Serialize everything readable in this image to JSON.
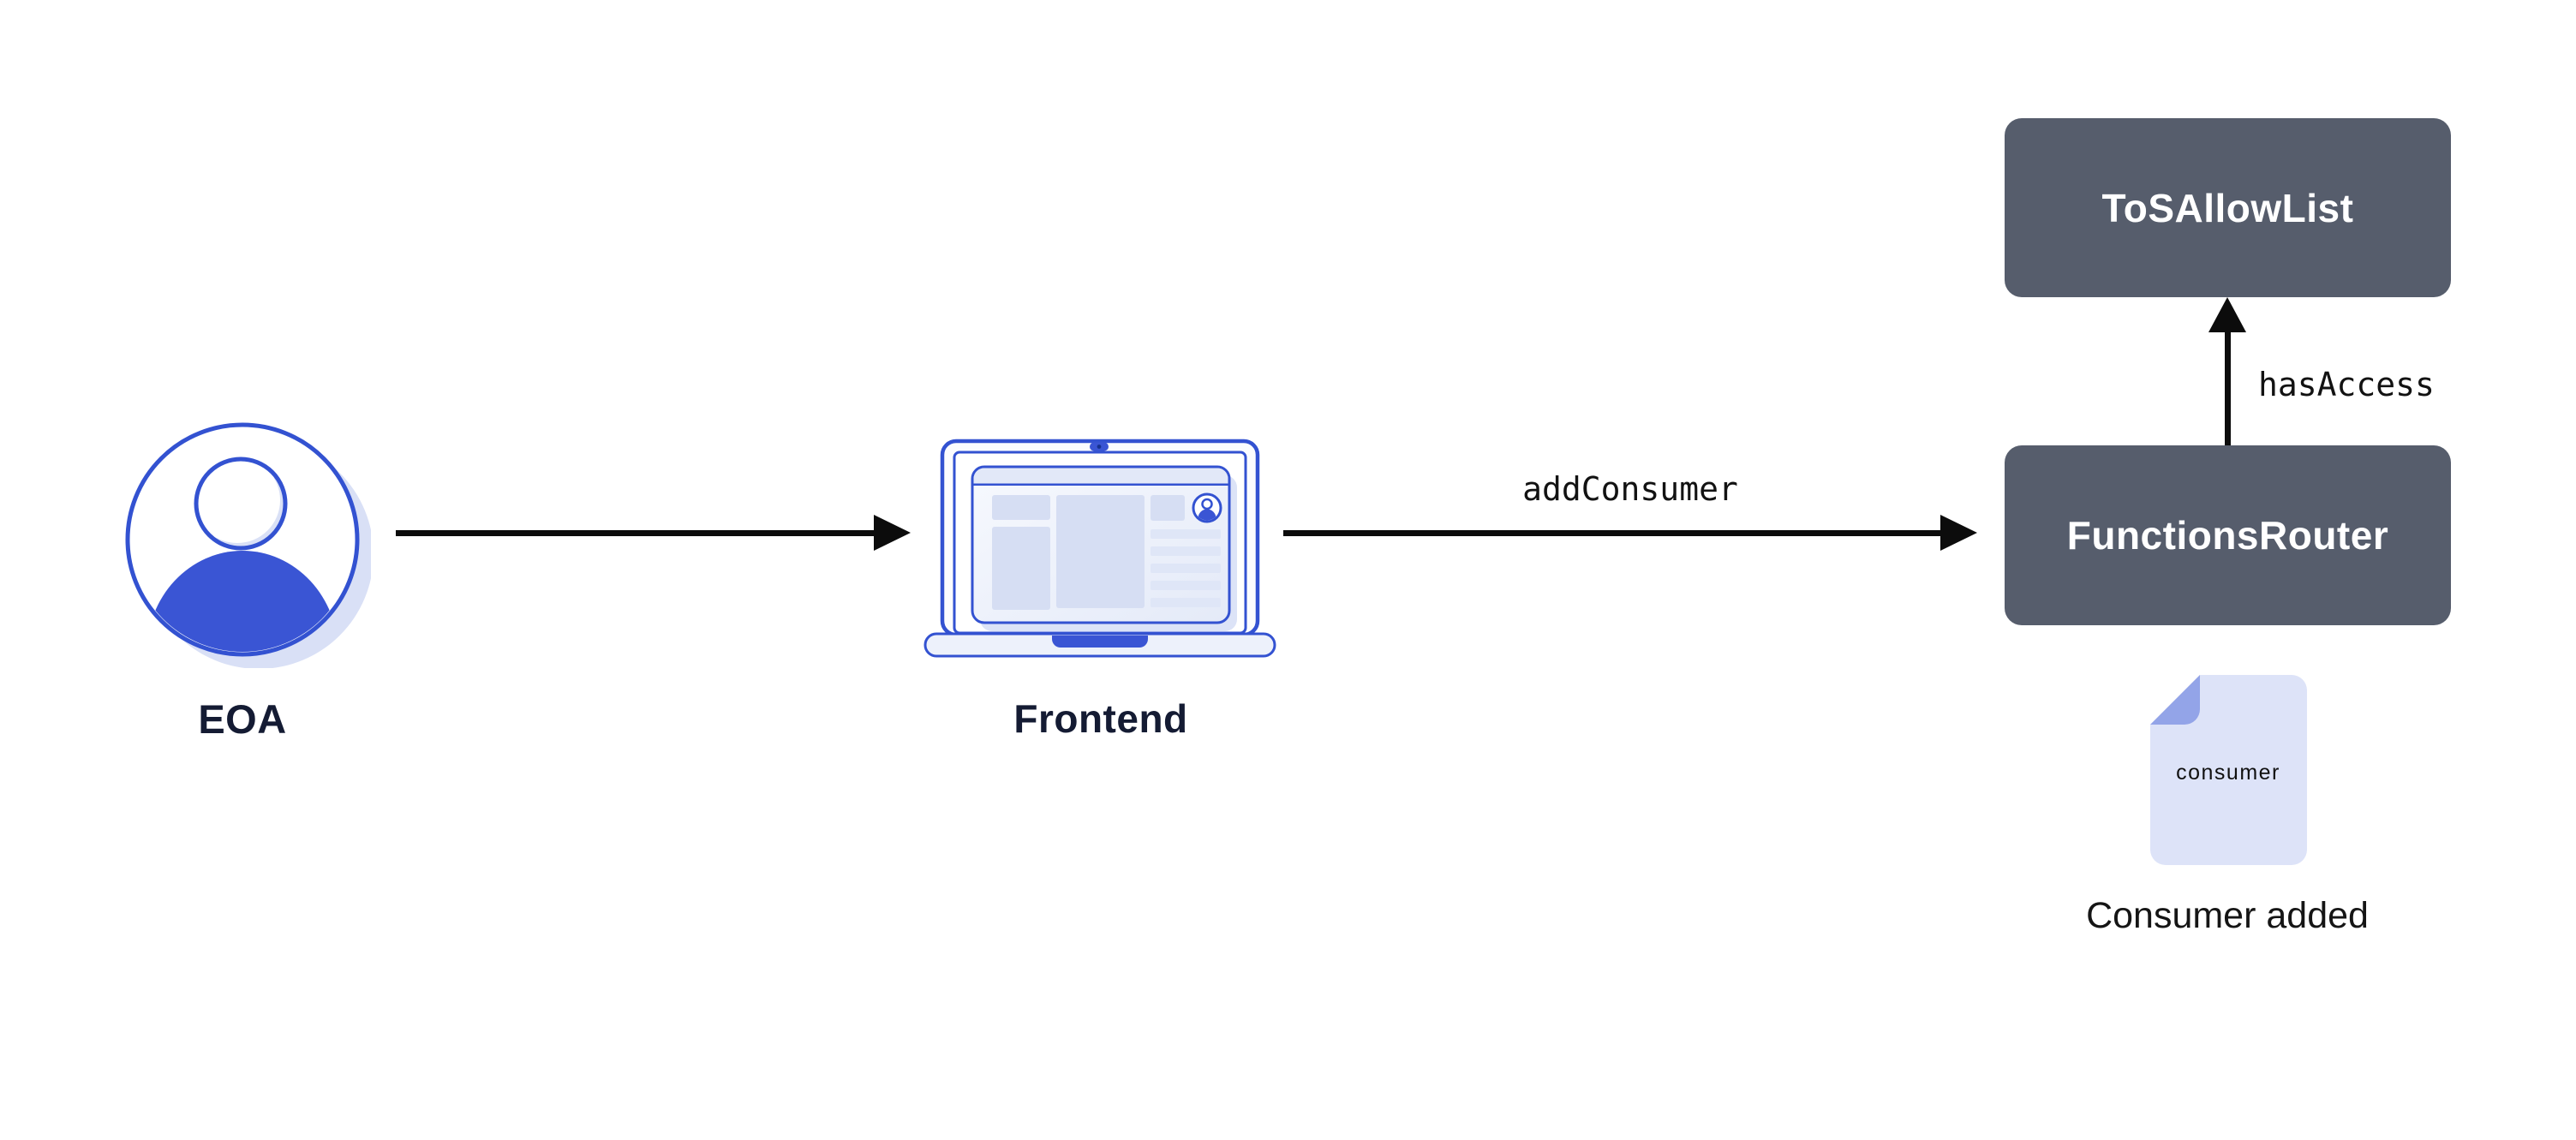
{
  "diagram": {
    "nodes": {
      "eoa": {
        "label": "EOA",
        "icon": "user-avatar-icon"
      },
      "frontend": {
        "label": "Frontend",
        "icon": "laptop-icon"
      },
      "tos_allow_list": {
        "label": "ToSAllowList"
      },
      "functions_router": {
        "label": "FunctionsRouter"
      },
      "consumer_doc": {
        "icon": "document-icon",
        "doc_label": "consumer",
        "caption": "Consumer added"
      }
    },
    "edges": {
      "eoa_to_frontend": {
        "label": ""
      },
      "frontend_to_router": {
        "label": "addConsumer"
      },
      "router_to_tos": {
        "label": "hasAccess"
      }
    },
    "colors": {
      "background": "#FFFFFF",
      "accent_blue": "#3A55D4",
      "outline_blue": "#3352D1",
      "lavender_shadow": "#D9E0F6",
      "panel_fill": "#DDE3F8",
      "fold_blue": "#93A4E8",
      "box_slate": "#565D6C",
      "label_navy": "#141B33",
      "arrow_black": "#0C0C0C"
    }
  }
}
